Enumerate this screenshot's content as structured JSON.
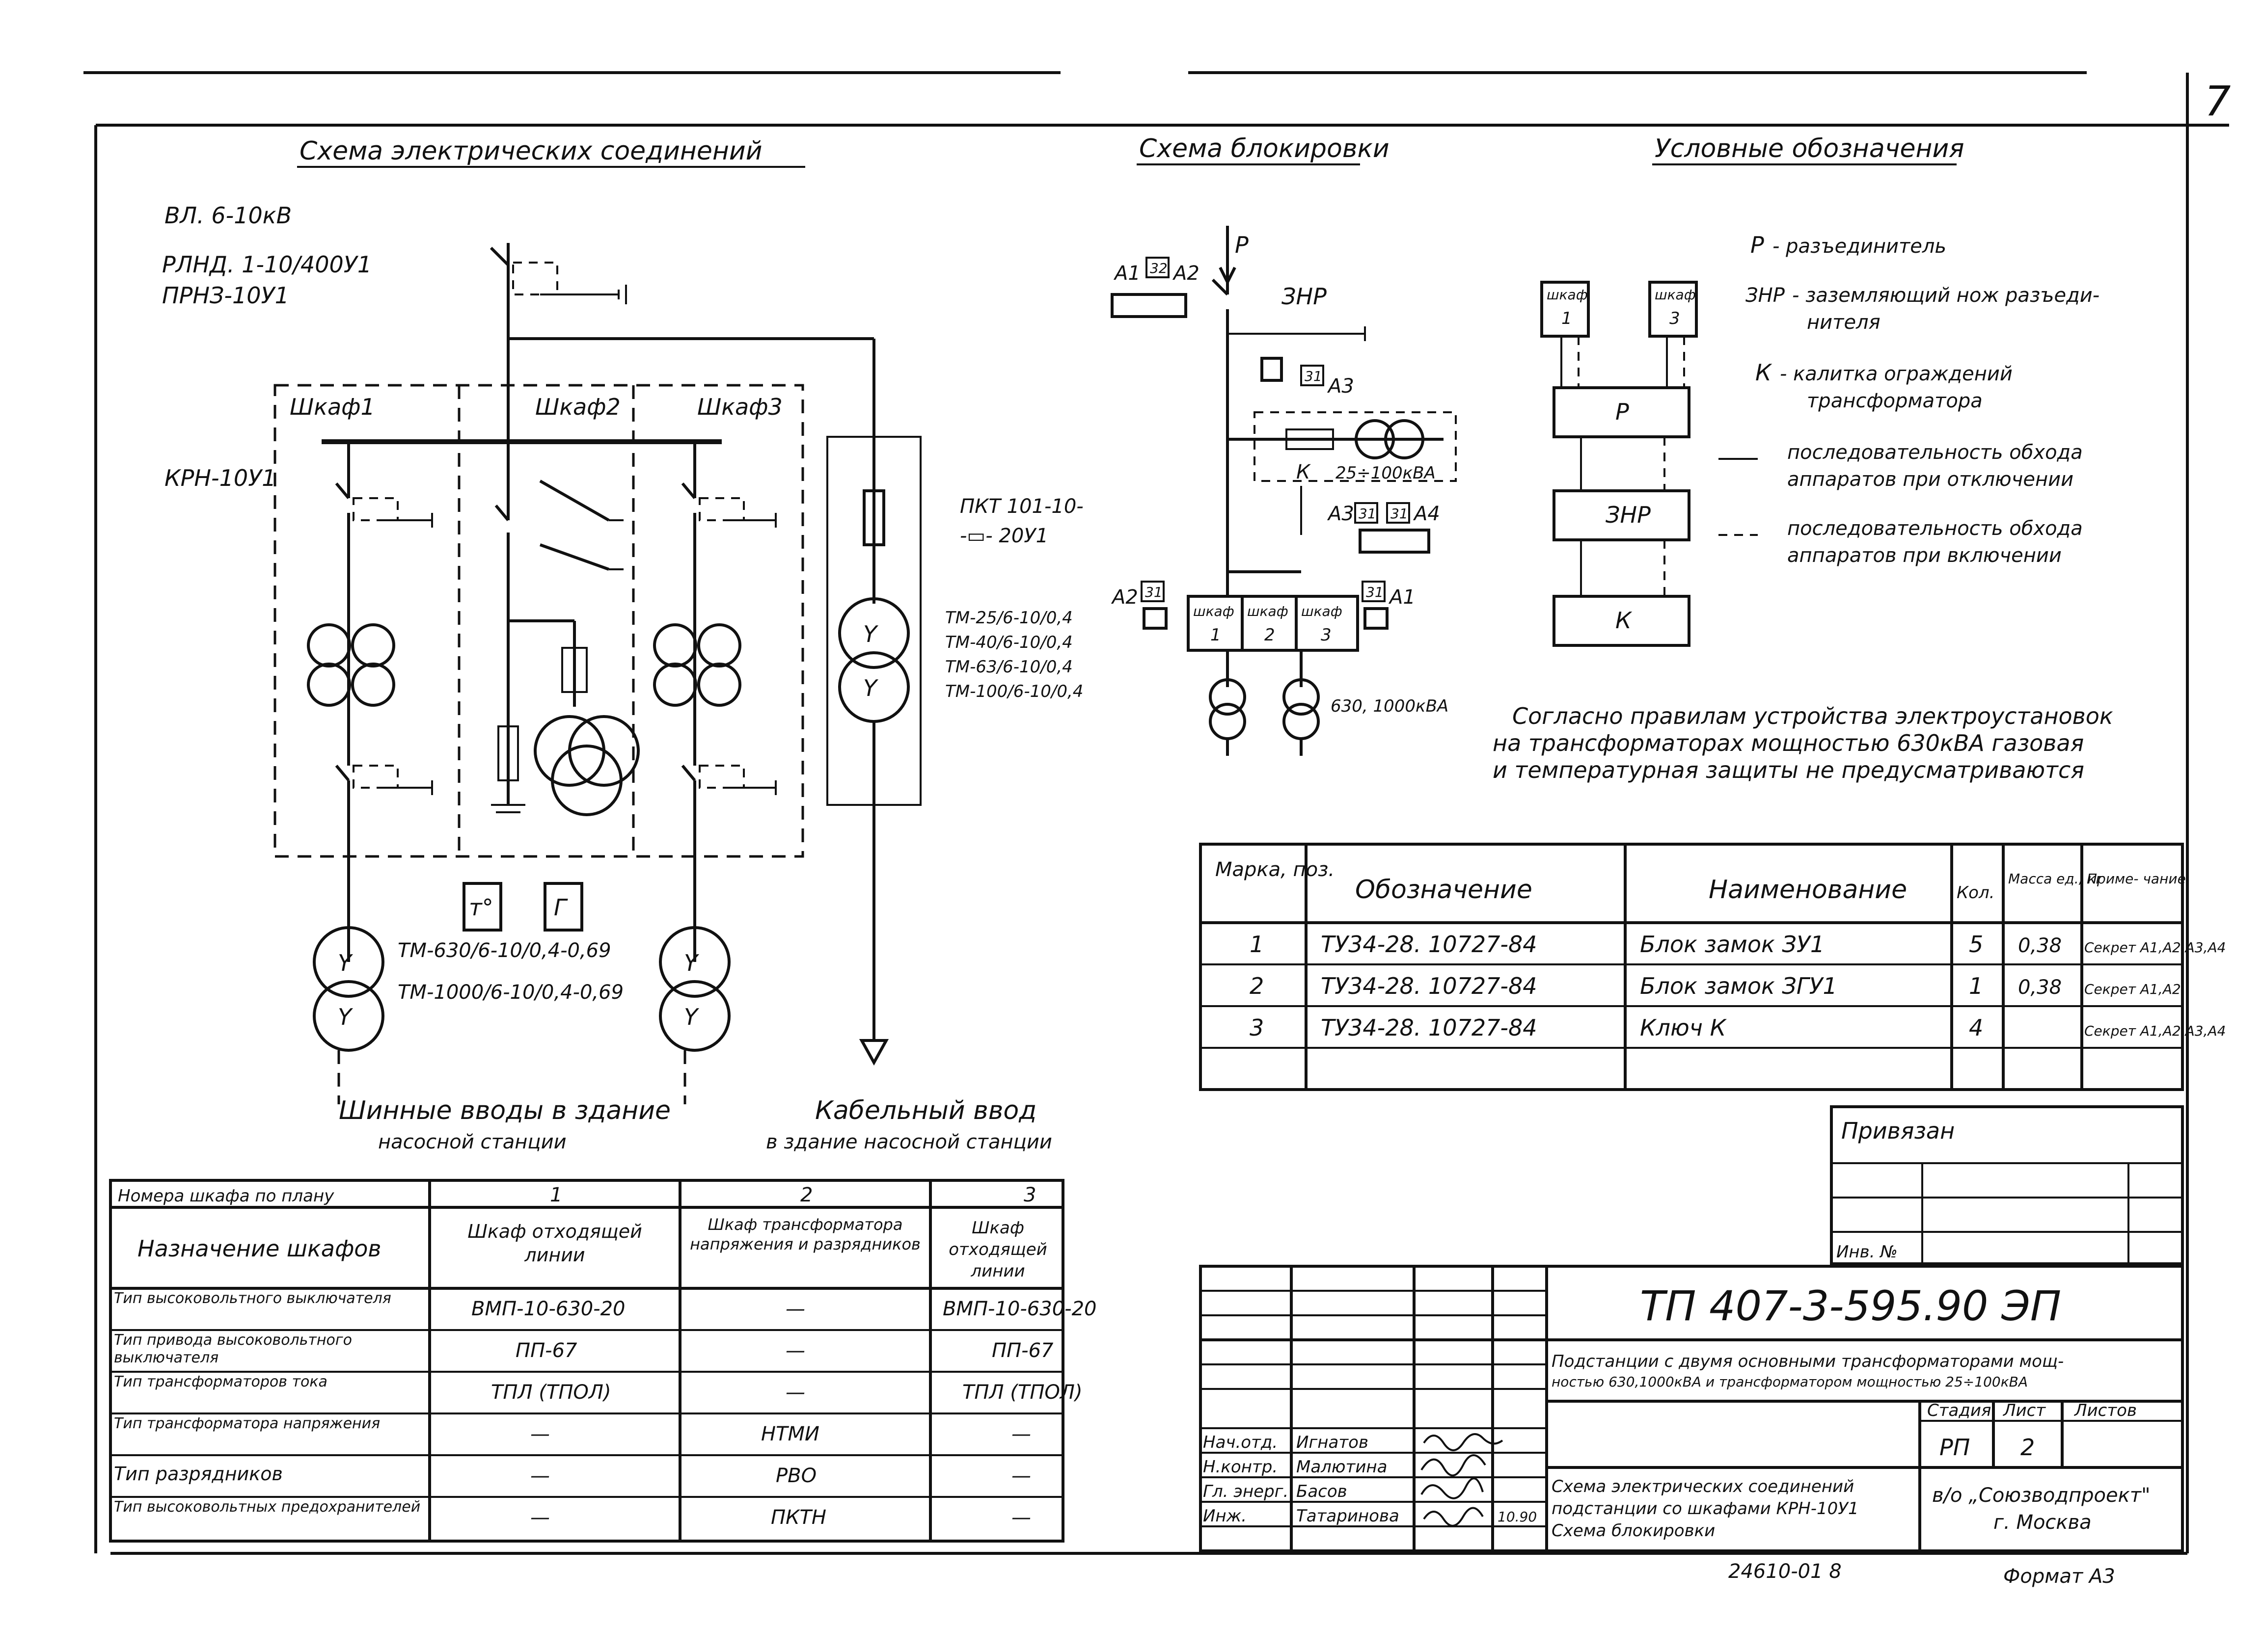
{
  "page_number": "7",
  "titles": {
    "connections": "Схема электрических соединений",
    "interlock": "Схема блокировки",
    "legend": "Условные обозначения"
  },
  "connections": {
    "line_label": "ВЛ. 6-10кВ",
    "disconnector_type": "РЛНД. 1-10/400У1",
    "drive_type": "ПРНЗ-10У1",
    "krn": "КРН-10У1",
    "cabinet1": "Шкаф1",
    "cabinet2": "Шкаф2",
    "cabinet3": "Шкаф3",
    "fuse_type_line1": "ПКТ 101-10-",
    "fuse_type_line2": "-▭- 20У1",
    "aux_transformers": [
      "ТМ-25/6-10/0,4",
      "ТМ-40/6-10/0,4",
      "ТМ-63/6-10/0,4",
      "ТМ-100/6-10/0,4"
    ],
    "main_transformers": [
      "ТМ-630/6-10/0,4-0,69",
      "ТМ-1000/6-10/0,4-0,69"
    ],
    "temp_symbol": "т°",
    "gas_symbol": "Г",
    "busbar_inputs_line1": "Шинные вводы в здание",
    "busbar_inputs_line2": "насосной станции",
    "cable_input_line1": "Кабельный ввод",
    "cable_input_line2": "в здание насосной станции"
  },
  "interlock": {
    "p_label": "Р",
    "znr_label": "ЗНР",
    "k_label": "К",
    "a1": "А1",
    "a2": "А2",
    "a3": "А3",
    "a4": "А4",
    "key31": "31",
    "key32": "32",
    "power_range": "25÷100кВА",
    "cab_word": "шкаф",
    "cab_nums": [
      "1",
      "2",
      "3"
    ],
    "trafo_power": "630, 1000кВА"
  },
  "legend": {
    "items": [
      {
        "code": "Р",
        "text_line1": "- разъединитель",
        "text_line2": ""
      },
      {
        "code": "ЗНР",
        "text_line1": "- заземляющий нож разъеди-",
        "text_line2": "нителя"
      },
      {
        "code": "К",
        "text_line1": "- калитка ограждений",
        "text_line2": "трансформатора"
      }
    ],
    "seq_off_line1": "последовательность обхода",
    "seq_off_line2": "аппаратов при отключении",
    "seq_on_line1": "последовательность обхода",
    "seq_on_line2": "аппаратов при включении",
    "cab1_word": "шкаф",
    "cab1_num": "1",
    "cab3_word": "шкаф",
    "cab3_num": "3",
    "box_p": "Р",
    "box_znr": "ЗНР",
    "box_k": "К"
  },
  "note": {
    "line1": "Согласно правилам устройства электроустановок",
    "line2": "на трансформаторах мощностью 630кВА газовая",
    "line3": "и температурная защиты не предусматриваются"
  },
  "spec_table": {
    "headers": [
      "Марка, поз.",
      "Обозначение",
      "Наименование",
      "Кол.",
      "Масса ед., кг",
      "Приме- чание"
    ],
    "rows": [
      {
        "pos": "1",
        "designation": "ТУ34-28. 10727-84",
        "name": "Блок замок ЗУ1",
        "qty": "5",
        "mass": "0,38",
        "note": "Секрет А1,А2,А3,А4"
      },
      {
        "pos": "2",
        "designation": "ТУ34-28. 10727-84",
        "name": "Блок замок ЗГУ1",
        "qty": "1",
        "mass": "0,38",
        "note": "Секрет А1,А2"
      },
      {
        "pos": "3",
        "designation": "ТУ34-28. 10727-84",
        "name": "Ключ К",
        "qty": "4",
        "mass": "",
        "note": "Секрет А1,А2,А3,А4"
      }
    ]
  },
  "cab_table": {
    "header_label": "Номера шкафа по плану",
    "col_nums": [
      "1",
      "2",
      "3"
    ],
    "purpose_label": "Назначение шкафов",
    "purposes": [
      "Шкаф отходящей линии",
      "Шкаф трансформатора напряжения и разрядников",
      "Шкаф отходящей линии"
    ],
    "rows": [
      {
        "label": "Тип высоковольтного выключателя",
        "vals": [
          "ВМП-10-630-20",
          "—",
          "ВМП-10-630-20"
        ]
      },
      {
        "label": "Тип привода высоковольтного выключателя",
        "vals": [
          "ПП-67",
          "—",
          "ПП-67"
        ]
      },
      {
        "label": "Тип трансформаторов тока",
        "vals": [
          "ТПЛ (ТПОЛ)",
          "—",
          "ТПЛ (ТПОЛ)"
        ]
      },
      {
        "label": "Тип трансформатора напряжения",
        "vals": [
          "—",
          "НТМИ",
          "—"
        ]
      },
      {
        "label": "Тип разрядников",
        "vals": [
          "—",
          "РВО",
          "—"
        ]
      },
      {
        "label": "Тип высоковольтных предохранителей",
        "vals": [
          "—",
          "ПКТН",
          "—"
        ]
      }
    ]
  },
  "stamp": {
    "privyazan": "Привязан",
    "inv": "Инв. №",
    "doc_code": "ТП 407-3-595.90     ЭП",
    "desc_line1": "Подстанции с двумя основными трансформаторами мощ-",
    "desc_line2": "ностью 630,1000кВА и трансформатором мощностью 25÷100кВА",
    "stage_label": "Стадия",
    "sheet_label": "Лист",
    "sheets_label": "Листов",
    "stage": "РП",
    "sheet": "2",
    "people": [
      {
        "role": "Нач.отд.",
        "name": "Игнатов",
        "date": ""
      },
      {
        "role": "Н.контр.",
        "name": "Малютина",
        "date": ""
      },
      {
        "role": "Гл. энерг.",
        "name": "Басов",
        "date": ""
      },
      {
        "role": "Инж.",
        "name": "Татаринова",
        "date": "10.90"
      }
    ],
    "title_line1": "Схема электрических соединений",
    "title_line2": "подстанции со шкафами КРН-10У1",
    "title_line3": "Схема блокировки",
    "org_line1": "в/о „Союзводпроект\"",
    "org_line2": "г. Москва",
    "copy_no": "24610-01   8",
    "format": "Формат А3"
  }
}
